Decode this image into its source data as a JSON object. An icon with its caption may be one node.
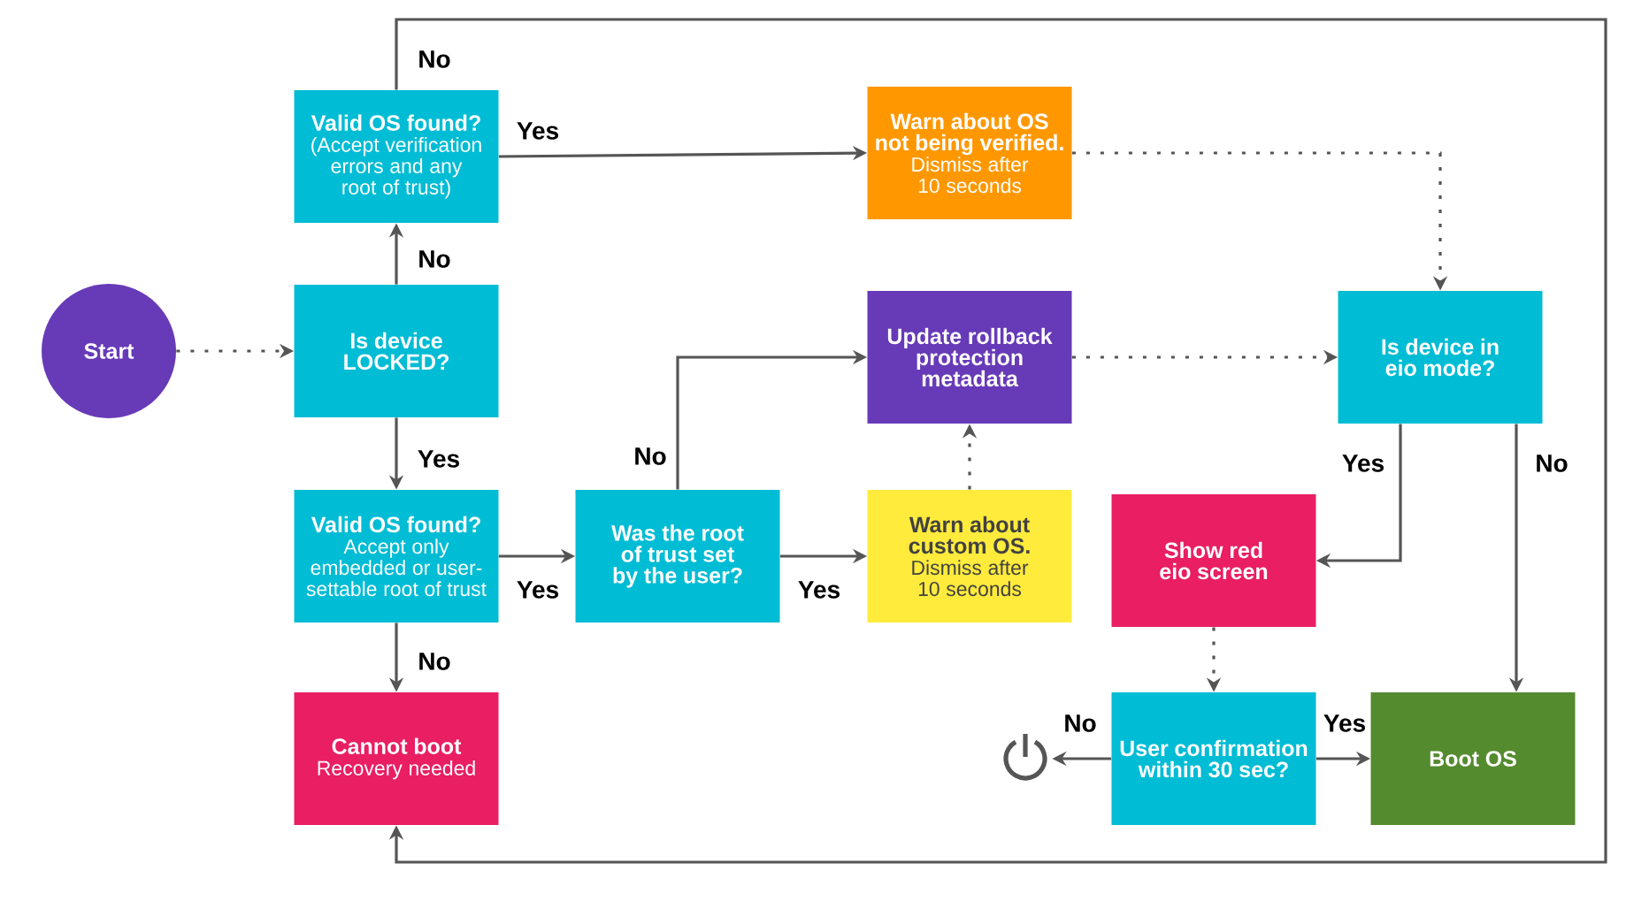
{
  "diagram": {
    "nodes": [
      {
        "text": [
          "Start"
        ]
      },
      {
        "text": [
          "Valid OS found?",
          "(Accept verification errors and any root of trust)"
        ]
      },
      {
        "text": [
          "Is device LOCKED?"
        ]
      },
      {
        "text": [
          "Valid OS found?",
          "Accept only embedded or user-settable root of trust"
        ]
      },
      {
        "text": [
          "Cannot boot",
          "Recovery needed"
        ]
      },
      {
        "text": [
          "Was the root of trust set by the user?"
        ]
      },
      {
        "text": [
          "Warn about OS not being verified.",
          "Dismiss after 10 seconds"
        ]
      },
      {
        "text": [
          "Update rollback protection metadata"
        ]
      },
      {
        "text": [
          "Warn about custom OS.",
          "Dismiss after 10 seconds"
        ]
      },
      {
        "text": [
          "Is device in eio mode?"
        ]
      },
      {
        "text": [
          "Show red eio screen"
        ]
      },
      {
        "text": [
          "User confirmation within 30 sec?"
        ]
      },
      {
        "text": [
          "Boot OS"
        ]
      },
      {
        "text": [],
        "shape": "picture"
      }
    ],
    "edges": [
      {
        "from": 0,
        "to": 2,
        "arrow": "to",
        "style": "dashed"
      },
      {
        "from": 2,
        "to": 1,
        "arrow": "to",
        "label": "No"
      },
      {
        "from": 2,
        "to": 3,
        "arrow": "to",
        "label": "Yes"
      },
      {
        "from": 1,
        "to": 6,
        "arrow": "to",
        "label": "Yes"
      },
      {
        "from": 1,
        "to": 4,
        "arrow": "to",
        "label": "No"
      },
      {
        "from": 3,
        "to": 4,
        "arrow": "to",
        "label": "No"
      },
      {
        "from": 3,
        "to": 5,
        "arrow": "to",
        "label": "Yes"
      },
      {
        "from": 5,
        "to": 7,
        "arrow": "to",
        "label": "No"
      },
      {
        "from": 5,
        "to": 8,
        "arrow": "to",
        "label": "Yes"
      },
      {
        "from": 8,
        "to": 7,
        "arrow": "to",
        "style": "dashed"
      },
      {
        "from": 6,
        "to": 9,
        "arrow": "to",
        "style": "dashed"
      },
      {
        "from": 7,
        "to": 9,
        "arrow": "to",
        "style": "dashed"
      },
      {
        "from": 9,
        "to": 10,
        "arrow": "to",
        "label": "Yes"
      },
      {
        "from": 9,
        "to": 12,
        "arrow": "to",
        "label": "No"
      },
      {
        "from": 10,
        "to": 11,
        "arrow": "to",
        "style": "dashed"
      },
      {
        "from": 11,
        "to": 13,
        "arrow": "to",
        "label": "No"
      },
      {
        "from": 11,
        "to": 12,
        "arrow": "to",
        "label": "Yes"
      }
    ]
  }
}
